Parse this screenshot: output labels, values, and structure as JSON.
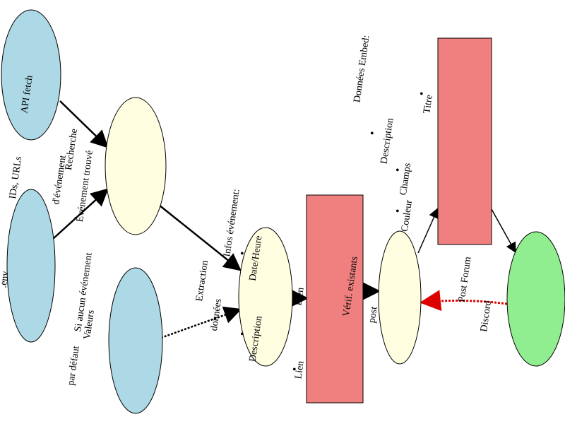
{
  "colors": {
    "source_node": "#add8e6",
    "process_node": "#fffee0",
    "data_box": "#f08080",
    "output_node": "#90ee90",
    "edge": "#000000",
    "feedback_edge": "#dd0000"
  },
  "nodes": {
    "api_fetch": {
      "label": "API fetch"
    },
    "ids_urls": {
      "label_top": "IDs, URLs",
      "label_side": ".env"
    },
    "defaults": {
      "label": ""
    },
    "event_found": {
      "label": "Événement trouvé"
    },
    "extraction": {
      "label": ""
    },
    "event_info": {
      "label": ""
    },
    "verif_post": {
      "label_line1": "Vérif. existants",
      "label_line2": "post"
    },
    "embed_data": {
      "label": ""
    },
    "discord": {
      "label": "Discord"
    }
  },
  "edge_labels": {
    "search_line1": "Recherche",
    "search_line2": "d'événement",
    "no_event": "Si aucun événement",
    "default_values_line1": "Valeurs",
    "default_values_line2": "par défaut",
    "extraction_line1": "Extraction",
    "extraction_line2": "données",
    "event_info_title": "Infos événement:",
    "post_forum": "Post Forum",
    "embed_title": "Données Embed:"
  },
  "bullets": {
    "event_info": [
      "Date/Heure",
      "Description"
    ],
    "links": [
      "Lien",
      "Lien"
    ],
    "embed": [
      "Titre",
      "Description",
      "Champs",
      "Couleur"
    ]
  }
}
